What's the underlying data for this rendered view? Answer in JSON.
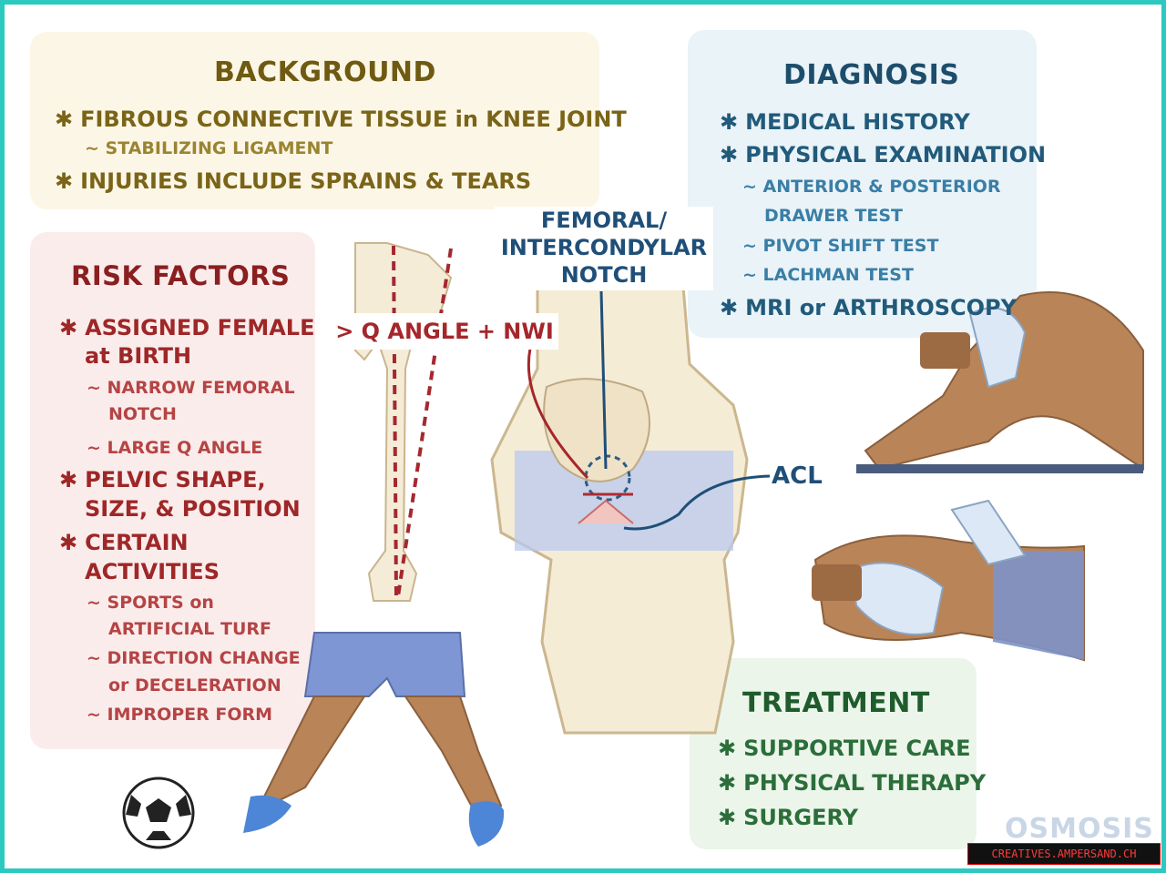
{
  "background": {
    "title": "BACKGROUND",
    "item1": "FIBROUS CONNECTIVE TISSUE in KNEE JOINT",
    "item1_sub": "~ STABILIZING LIGAMENT",
    "item2": "INJURIES INCLUDE SPRAINS & TEARS"
  },
  "risk_factors": {
    "title": "RISK FACTORS",
    "item1_line1": "ASSIGNED FEMALE",
    "item1_line2": "at BIRTH",
    "sub1_line1": "~ NARROW FEMORAL",
    "sub1_line2": "NOTCH",
    "sub2": "~ LARGE Q ANGLE",
    "item2_line1": "PELVIC SHAPE,",
    "item2_line2": "SIZE, & POSITION",
    "item3_line1": "CERTAIN",
    "item3_line2": "ACTIVITIES",
    "sub3_line1": "~ SPORTS on",
    "sub3_line2": "ARTIFICIAL TURF",
    "sub4_line1": "~ DIRECTION CHANGE",
    "sub4_line2": "or DECELERATION",
    "sub5": "~ IMPROPER FORM"
  },
  "diagnosis": {
    "title": "DIAGNOSIS",
    "item1": "MEDICAL HISTORY",
    "item2": "PHYSICAL EXAMINATION",
    "sub1_line1": "~ ANTERIOR & POSTERIOR",
    "sub1_line2": "DRAWER TEST",
    "sub2": "~ PIVOT SHIFT TEST",
    "sub3": "~ LACHMAN TEST",
    "item3": "MRI or ARTHROSCOPY"
  },
  "treatment": {
    "title": "TREATMENT",
    "item1": "SUPPORTIVE CARE",
    "item2": "PHYSICAL THERAPY",
    "item3": "SURGERY"
  },
  "labels": {
    "notch_line1": "FEMORAL/",
    "notch_line2": "INTERCONDYLAR",
    "notch_line3": "NOTCH",
    "q_angle": "> Q ANGLE + NWI",
    "acl": "ACL"
  },
  "branding": {
    "logo": "OSMOSIS",
    "watermark": "CREATIVES.AMPERSAND.CH"
  },
  "colors": {
    "frame": "#2cc9c0",
    "background_panel": "#fcf6e6",
    "risk_panel": "#fbecec",
    "diagnosis_panel": "#e9f3f8",
    "treatment_panel": "#ebf5ea"
  },
  "icons": [
    "bullet-icon",
    "soccer-ball-icon",
    "knee-joint-illustration",
    "leg-illustration",
    "femur-illustration"
  ]
}
